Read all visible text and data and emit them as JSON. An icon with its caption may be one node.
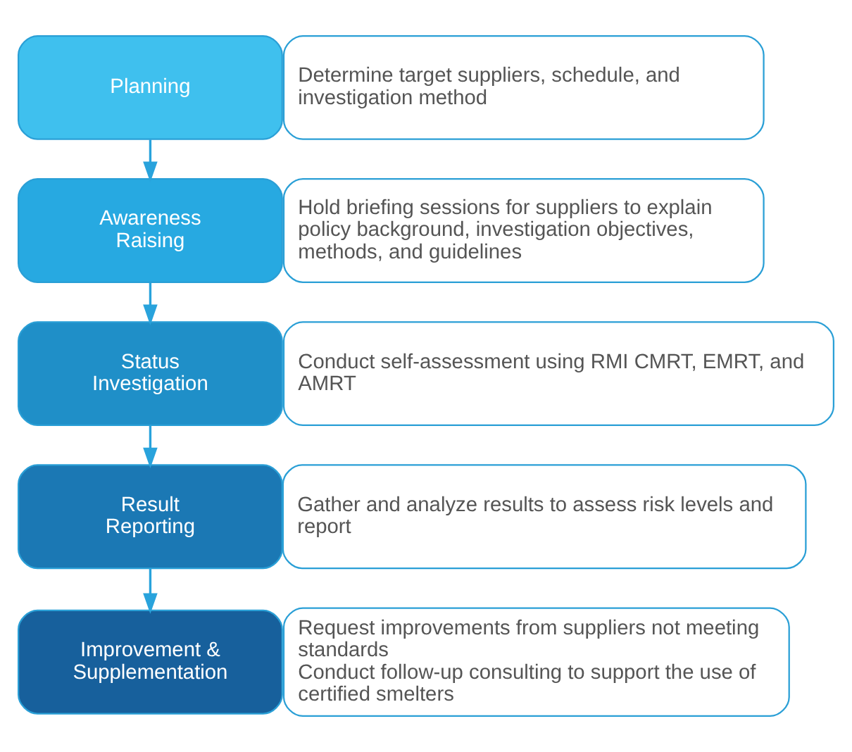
{
  "diagram": {
    "nodes": [
      {
        "text": [
          "Planning"
        ]
      },
      {
        "text": [
          "Determine target suppliers, schedule, and investigation method"
        ]
      },
      {
        "text": [
          "Awareness Raising"
        ]
      },
      {
        "text": [
          "Hold briefing sessions for suppliers to explain policy background, investigation objectives, methods, and guidelines"
        ]
      },
      {
        "text": [
          "Status Investigation"
        ]
      },
      {
        "text": [
          "Conduct self-assessment using RMI CMRT, EMRT, and AMRT"
        ]
      },
      {
        "text": [
          "Result Reporting"
        ]
      },
      {
        "text": [
          "Gather and analyze results to assess risk levels and report"
        ]
      },
      {
        "text": [
          "Improvement & Supplementation"
        ]
      },
      {
        "text": [
          "Request improvements from suppliers not meeting standards",
          "Conduct follow-up consulting to support the use of certified smelters"
        ]
      }
    ],
    "edges": [
      {
        "from": 0,
        "to": 2,
        "arrow": "to"
      },
      {
        "from": 2,
        "to": 4,
        "arrow": "to"
      },
      {
        "from": 4,
        "to": 6,
        "arrow": "to"
      },
      {
        "from": 6,
        "to": 8,
        "arrow": "to"
      }
    ]
  }
}
